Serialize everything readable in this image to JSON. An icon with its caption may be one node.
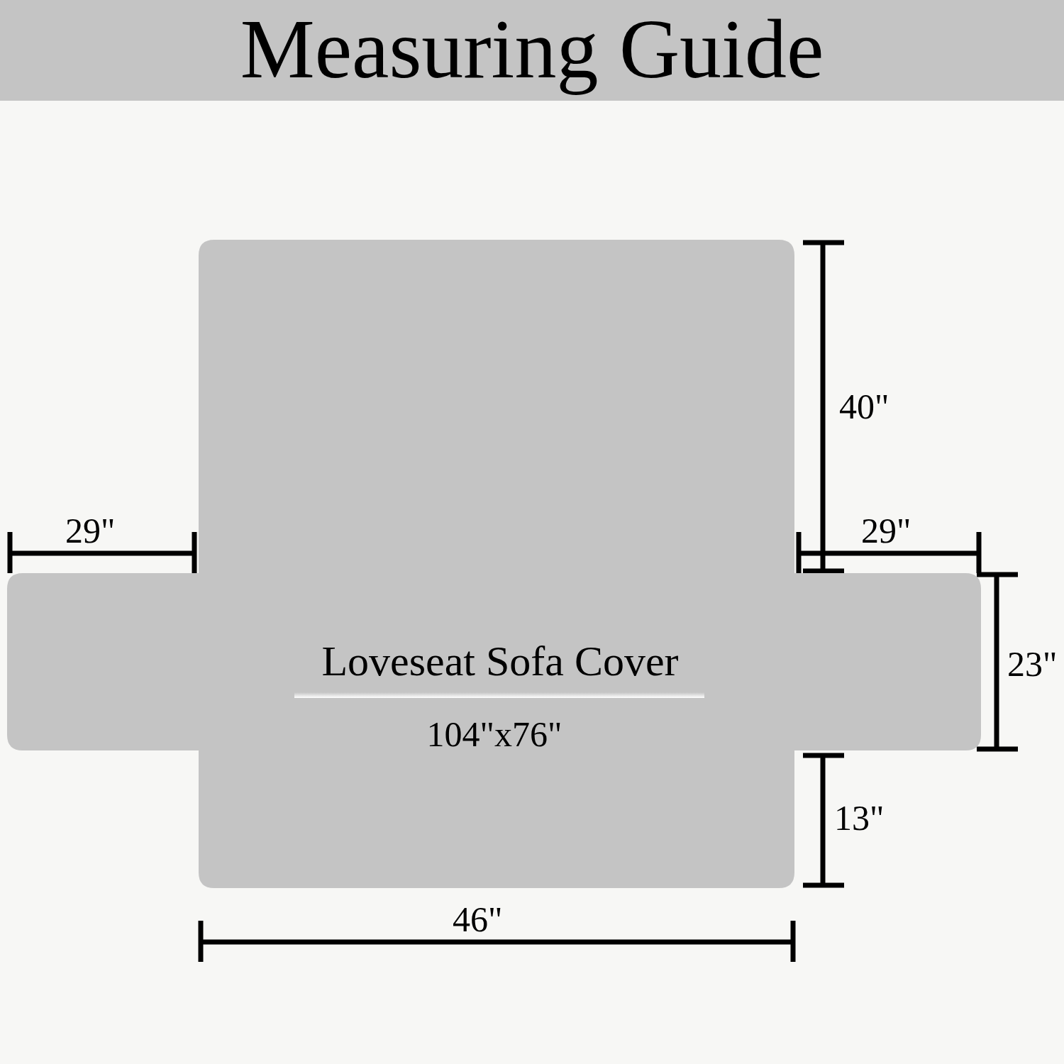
{
  "diagram": {
    "title": "Measuring Guide",
    "nodes": [
      {
        "text": [
          "Loveseat Sofa Cover",
          "104\"x76\""
        ]
      }
    ],
    "labels": [
      "40\"",
      "29\"",
      "29\"",
      "23\"",
      "13\"",
      "46\""
    ]
  }
}
